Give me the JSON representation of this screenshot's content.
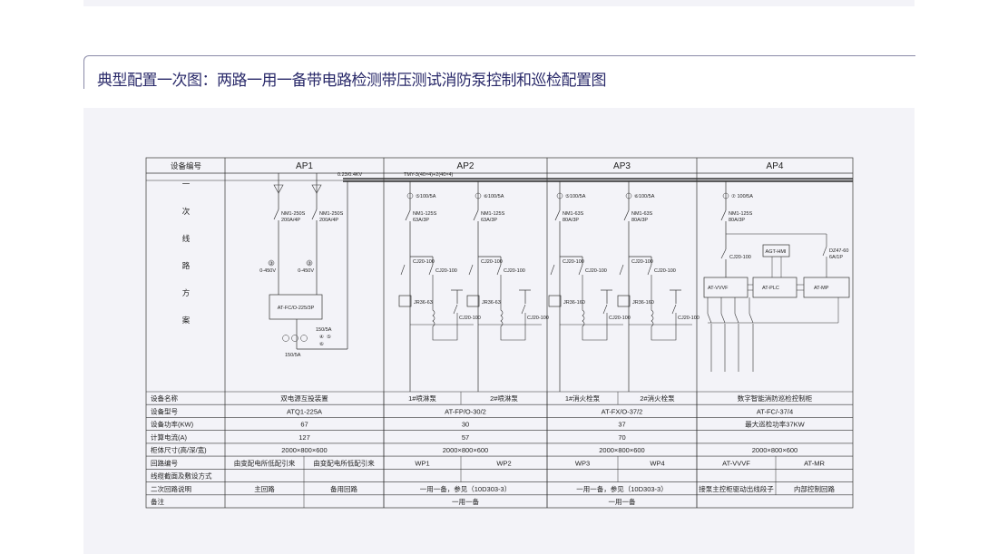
{
  "page": {
    "title": "典型配置一次图：两路一用一备带电路检测带压测试消防泵控制和巡检配置图"
  },
  "diagram": {
    "header_label": "设备编号",
    "panels": [
      "AP1",
      "AP2",
      "AP3",
      "AP4"
    ],
    "scheme_label": [
      "一",
      "次",
      "线",
      "路",
      "方",
      "案"
    ],
    "bus_voltage": "0.23/0.4KV",
    "bus_spec": "TMY-3(40×4)+2(40×4)",
    "ap1": {
      "breaker": [
        "NM1-250S",
        "200A/4P"
      ],
      "voltmeter_no": "③",
      "voltmeter_range": "0-450V",
      "ats_box": "AT-FC/O-225/3P",
      "ct_ratio_top": "150/5A",
      "ct_ratio_bottom": "150/5A",
      "meter_nos": [
        "④",
        "⑤",
        "⑥"
      ]
    },
    "feeders": [
      {
        "ct": "100/5A",
        "ct_no": "⑤",
        "breaker": [
          "NM1-125S",
          "63A/3P"
        ],
        "contactor": "CJ20-100",
        "relay": "JR36-63"
      },
      {
        "ct": "100/5A",
        "ct_no": "⑥",
        "breaker": [
          "NM1-125S",
          "63A/3P"
        ],
        "contactor": "CJ20-100",
        "relay": "JR36-63"
      },
      {
        "ct": "100/5A",
        "ct_no": "⑤",
        "breaker": [
          "NM1-63S",
          "80A/3P"
        ],
        "contactor": "CJ20-100",
        "relay": "JR36-160"
      },
      {
        "ct": "100/5A",
        "ct_no": "⑥",
        "breaker": [
          "NM1-63S",
          "80A/3P"
        ],
        "contactor": "CJ20-100",
        "relay": "JR36-160"
      }
    ],
    "ap4": {
      "ct": "100/5A",
      "ct_no": "⑦",
      "breaker": [
        "NM1-125S",
        "80A/3P"
      ],
      "contactor": "CJ20-100",
      "mcb": [
        "DZ47-60",
        "6A/1P"
      ],
      "hmi": "AGT-HMI",
      "vvvf": "AT-VVVF",
      "plc": "AT-PLC",
      "mp": "AT-MP"
    }
  },
  "table": {
    "rows": [
      {
        "label": "设备名称",
        "cells": [
          "双电源互投装置",
          "1#喷淋泵",
          "2#喷淋泵",
          "1#消火栓泵",
          "2#消火栓泵",
          "数字智能消防巡检控制柜"
        ]
      },
      {
        "label": "设备型号",
        "cells": [
          "ATQ1-225A",
          "AT-FP/O-30/2",
          "AT-FX/O-37/2",
          "AT-FC/-37/4"
        ]
      },
      {
        "label": "设备功率(KW)",
        "cells": [
          "67",
          "30",
          "37",
          "最大巡检功率37KW"
        ]
      },
      {
        "label": "计算电流(A)",
        "cells": [
          "127",
          "57",
          "70",
          ""
        ]
      },
      {
        "label": "柜体尺寸(高/深/宽)",
        "cells": [
          "2000×800×600",
          "2000×800×600",
          "2000×800×600",
          "2000×800×600"
        ]
      },
      {
        "label": "回路编号",
        "cells": [
          "由变配电所低配引来",
          "由变配电所低配引来",
          "WP1",
          "WP2",
          "WP3",
          "WP4",
          "AT-VVVF",
          "AT-MR"
        ]
      },
      {
        "label": "线缆截面及敷设方式",
        "cells": [
          "",
          "",
          "",
          "",
          "",
          "",
          "",
          ""
        ]
      },
      {
        "label": "二次回路说明",
        "cells": [
          "主回路",
          "备用回路",
          "一用一备，参见（10D303-3）",
          "一用一备，参见（10D303-3）",
          "接泵主控柜驱动出线段子",
          "内部控制回路"
        ]
      },
      {
        "label": "备注",
        "cells": [
          "",
          "",
          "一用一备",
          "一用一备",
          ""
        ]
      }
    ]
  }
}
